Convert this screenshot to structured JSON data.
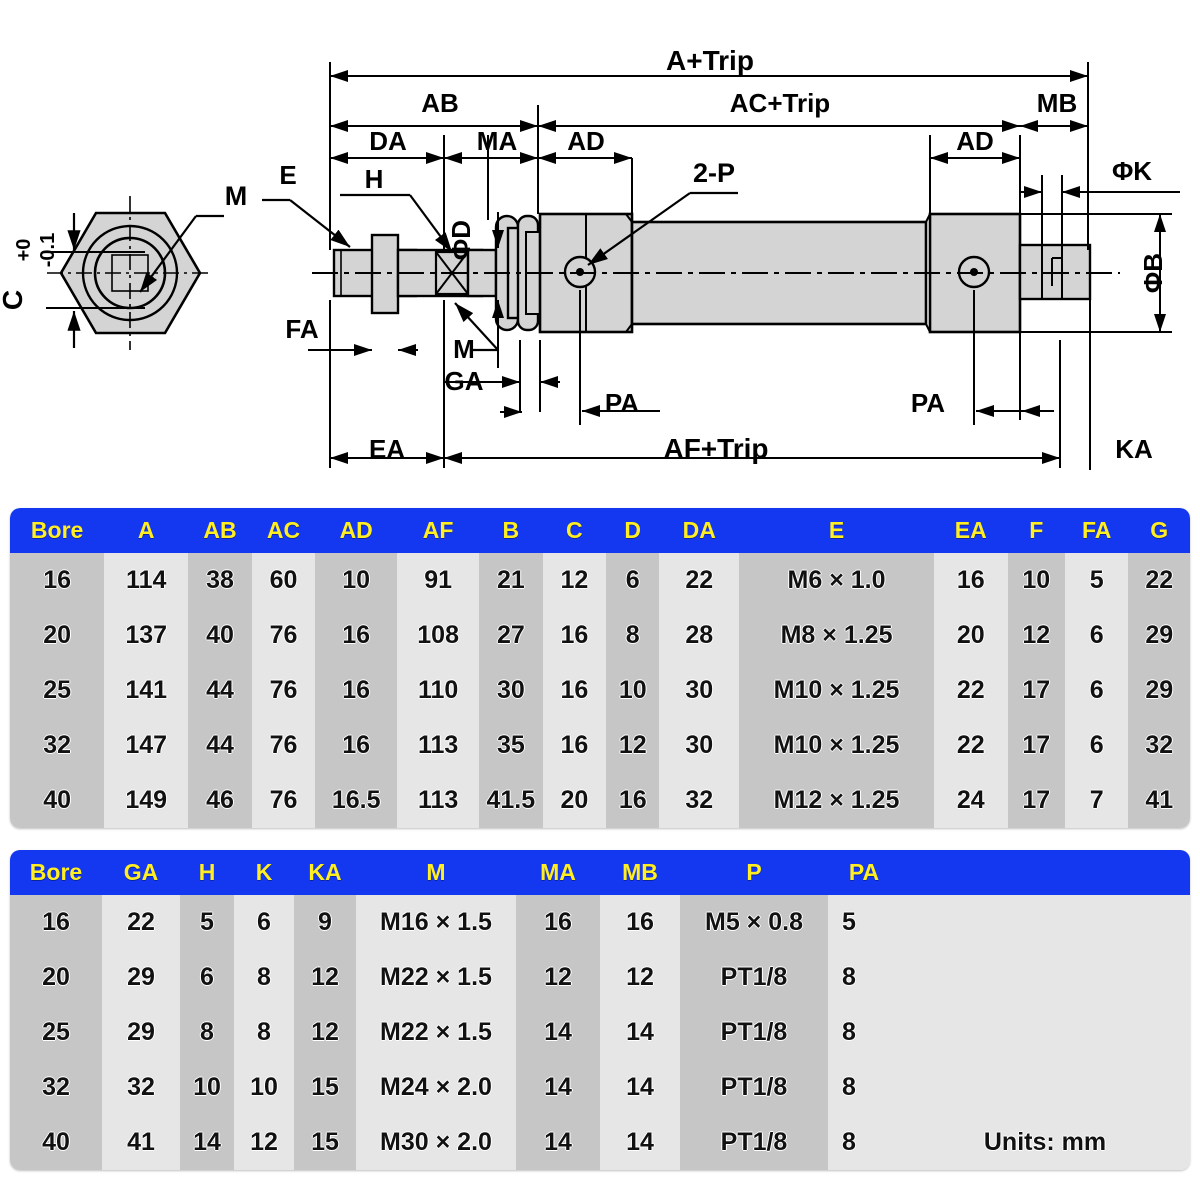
{
  "drawing": {
    "title_dims": {
      "a_trip": "A+Trip",
      "ab": "AB",
      "ac_trip": "AC+Trip",
      "mb": "MB",
      "da": "DA",
      "ma": "MA",
      "ad_left": "AD",
      "ad_right": "AD",
      "phi_k": "ΦK",
      "phi_b": "ΦB",
      "phi_d": "ΦD",
      "h": "H",
      "e": "E",
      "fa": "FA",
      "m_callout": "M",
      "ga": "GA",
      "two_p": "2-P",
      "pa_left": "PA",
      "pa_right": "PA",
      "ea": "EA",
      "af_trip": "AF+Trip",
      "ka": "KA"
    },
    "section_view": {
      "c_label": "C",
      "tol_upper": "+0",
      "tol_lower": "-0.1",
      "m_label": "M"
    }
  },
  "table1": {
    "headers": [
      "Bore",
      "A",
      "AB",
      "AC",
      "AD",
      "AF",
      "B",
      "C",
      "D",
      "DA",
      "E",
      "EA",
      "F",
      "FA",
      "G"
    ],
    "rows": [
      [
        "16",
        "114",
        "38",
        "60",
        "10",
        "91",
        "21",
        "12",
        "6",
        "22",
        "M6 × 1.0",
        "16",
        "10",
        "5",
        "22"
      ],
      [
        "20",
        "137",
        "40",
        "76",
        "16",
        "108",
        "27",
        "16",
        "8",
        "28",
        "M8 × 1.25",
        "20",
        "12",
        "6",
        "29"
      ],
      [
        "25",
        "141",
        "44",
        "76",
        "16",
        "110",
        "30",
        "16",
        "10",
        "30",
        "M10 × 1.25",
        "22",
        "17",
        "6",
        "29"
      ],
      [
        "32",
        "147",
        "44",
        "76",
        "16",
        "113",
        "35",
        "16",
        "12",
        "30",
        "M10 × 1.25",
        "22",
        "17",
        "6",
        "32"
      ],
      [
        "40",
        "149",
        "46",
        "76",
        "16.5",
        "113",
        "41.5",
        "20",
        "16",
        "32",
        "M12 × 1.25",
        "24",
        "17",
        "7",
        "41"
      ]
    ]
  },
  "table2": {
    "headers": [
      "Bore",
      "GA",
      "H",
      "K",
      "KA",
      "M",
      "MA",
      "MB",
      "P",
      "PA",
      ""
    ],
    "rows": [
      [
        "16",
        "22",
        "5",
        "6",
        "9",
        "M16 × 1.5",
        "16",
        "16",
        "M5 × 0.8",
        "5",
        ""
      ],
      [
        "20",
        "29",
        "6",
        "8",
        "12",
        "M22 × 1.5",
        "12",
        "12",
        "PT1/8",
        "8",
        ""
      ],
      [
        "25",
        "29",
        "8",
        "8",
        "12",
        "M22 × 1.5",
        "14",
        "14",
        "PT1/8",
        "8",
        ""
      ],
      [
        "32",
        "32",
        "10",
        "10",
        "15",
        "M24 × 2.0",
        "14",
        "14",
        "PT1/8",
        "8",
        ""
      ],
      [
        "40",
        "41",
        "14",
        "12",
        "15",
        "M30 × 2.0",
        "14",
        "14",
        "PT1/8",
        "8",
        ""
      ]
    ],
    "units_note": "Units: mm"
  },
  "colors": {
    "header_bg": "#1438f0",
    "header_text": "#ffee22",
    "row_dark": "#c6c6c6",
    "row_light": "#e6e6e6",
    "part_fill": "#d4d4d4",
    "line": "#000000"
  }
}
